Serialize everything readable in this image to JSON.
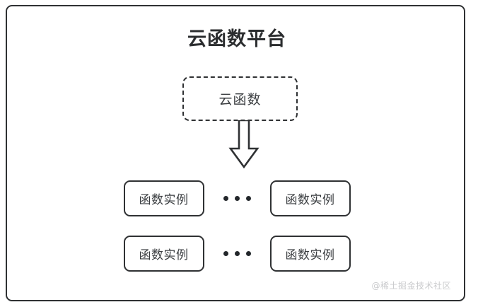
{
  "diagram": {
    "type": "architecture-block-diagram",
    "container": {
      "title": "云函数平台",
      "border_color": "#2f3133",
      "background_color": "#ffffff"
    },
    "cloud_function": {
      "label": "云函数",
      "border_style": "dashed",
      "border_color": "#2f3133"
    },
    "arrow": {
      "name": "down-block-arrow",
      "direction": "down",
      "color": "#2f3133"
    },
    "instance_rows": [
      {
        "left_label": "函数实例",
        "ellipsis": "•••",
        "right_label": "函数实例"
      },
      {
        "left_label": "函数实例",
        "ellipsis": "•••",
        "right_label": "函数实例"
      }
    ],
    "watermark": {
      "text": "@稀土掘金技术社区",
      "color": "#c9cacc"
    }
  }
}
